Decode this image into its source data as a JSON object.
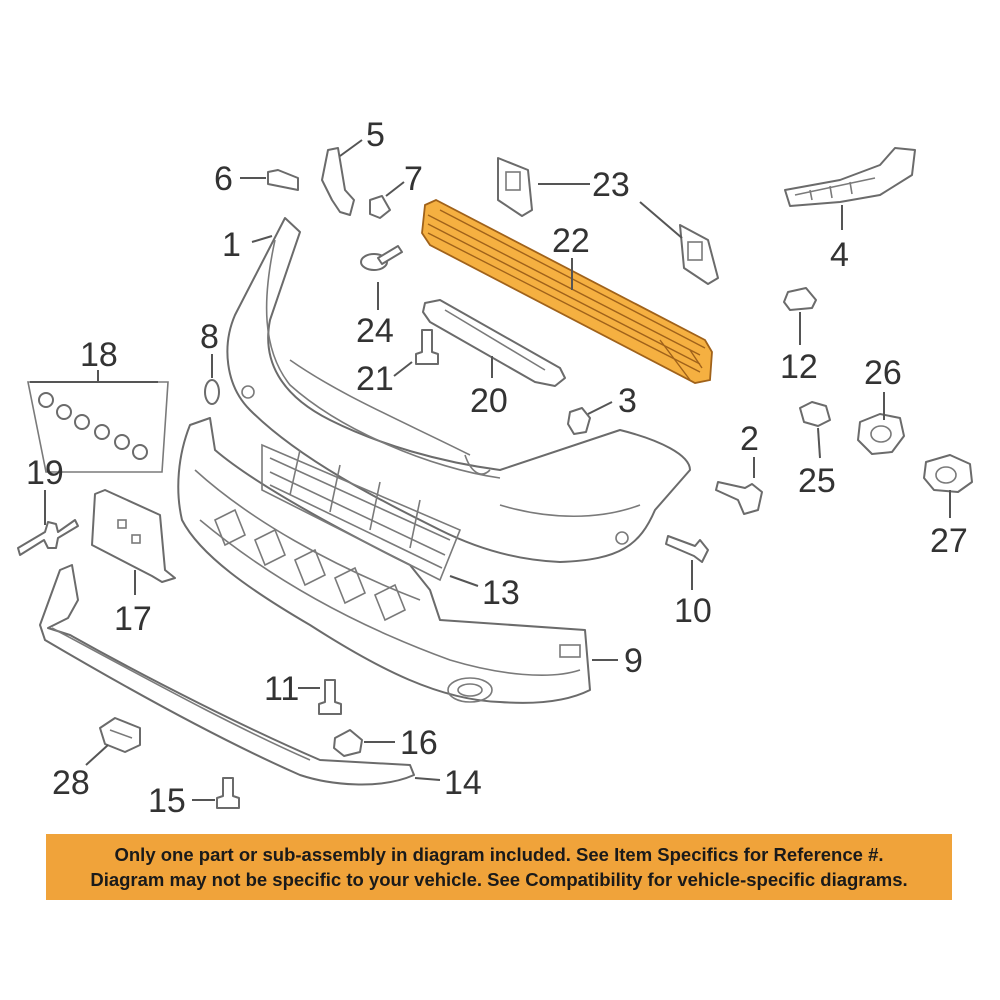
{
  "callouts": {
    "n1": "1",
    "n2": "2",
    "n3": "3",
    "n4": "4",
    "n5": "5",
    "n6": "6",
    "n7": "7",
    "n8": "8",
    "n9": "9",
    "n10": "10",
    "n11": "11",
    "n12": "12",
    "n13": "13",
    "n14": "14",
    "n15": "15",
    "n16": "16",
    "n17": "17",
    "n18": "18",
    "n19": "19",
    "n20": "20",
    "n21": "21",
    "n22": "22",
    "n23": "23",
    "n24": "24",
    "n25": "25",
    "n26": "26",
    "n27": "27",
    "n28": "28"
  },
  "highlighted_part": "22",
  "highlight_color": "#f5b041",
  "banner": {
    "line1": "Only one part or sub-assembly in diagram included. See Item Specifics for Reference #.",
    "line2": "Diagram may not be specific to your vehicle. See Compatibility for vehicle-specific diagrams.",
    "background": "#f0a33a"
  }
}
